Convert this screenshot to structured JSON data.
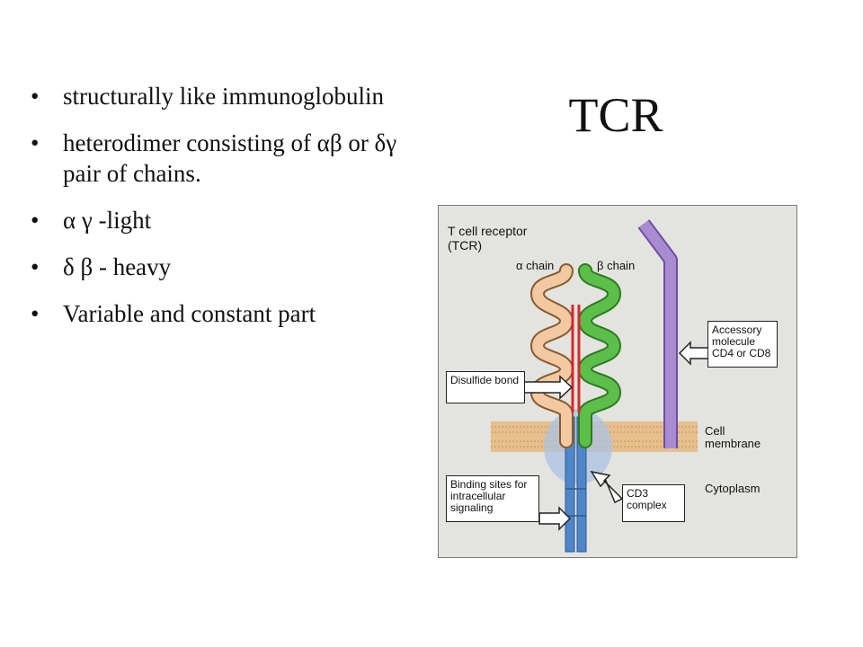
{
  "slide": {
    "title": "TCR",
    "bullets": [
      {
        "bullet": "•",
        "text": "structurally like immunoglobulin"
      },
      {
        "bullet": "•",
        "text": "heterodimer consisting of αβ or δγ pair of chains."
      },
      {
        "bullet": "•",
        "text": "α γ -light"
      },
      {
        "bullet": "•",
        "text": "δ β - heavy"
      },
      {
        "bullet": "•",
        "text": "Variable and constant part"
      }
    ]
  },
  "figure": {
    "heading_line1": "T cell receptor",
    "heading_line2": "(TCR)",
    "alpha_chain": "α chain",
    "beta_chain": "β chain",
    "accessory": "Accessory molecule CD4 or CD8",
    "disulfide": "Disulfide bond",
    "cell_membrane": "Cell membrane",
    "cytoplasm": "Cytoplasm",
    "binding_sites": "Binding sites for intracellular signaling",
    "cd3": "CD3 complex",
    "colors": {
      "alpha": "#f2c9a0",
      "beta": "#5cbf4a",
      "accessory": "#a98bd1",
      "membrane": "#e8b87f",
      "cd3": "#4f86c9",
      "disulfide": "#d42a2a"
    }
  }
}
